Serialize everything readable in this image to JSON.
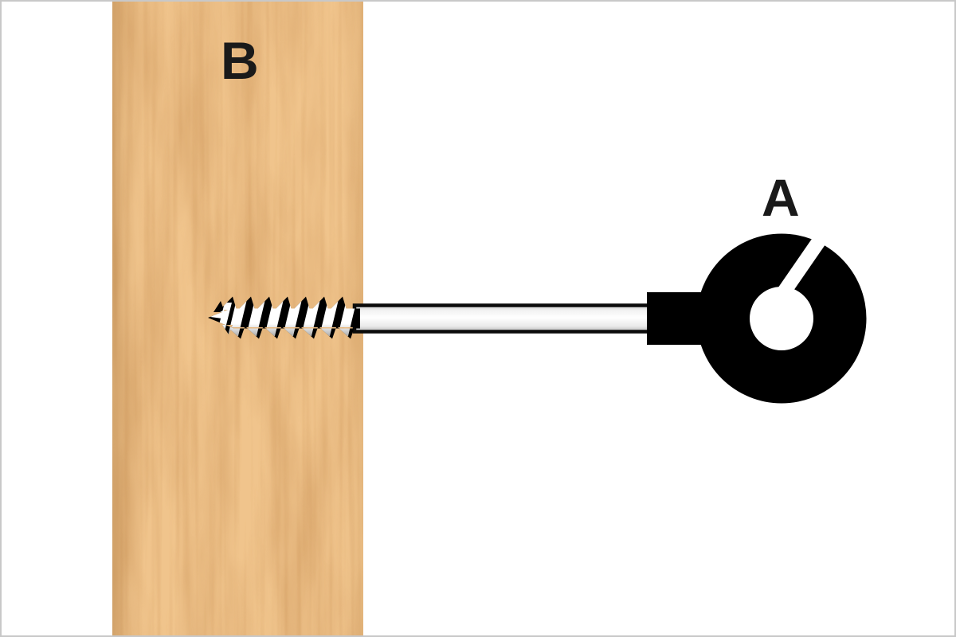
{
  "figure": {
    "type": "labeled-illustration",
    "subject": "screw-eye fastened into wood board",
    "labels": {
      "eye": "A",
      "board": "B"
    },
    "parts": [
      "eye-ring",
      "collar",
      "shank",
      "threads",
      "tip",
      "wood-board"
    ]
  },
  "colors": {
    "background": "#ffffff",
    "frame_border": "#c8c8c8",
    "ink": "#000000",
    "label_text": "#1a1a1a",
    "wood_base": "#f0c48c",
    "wood_grain": "#c68e52",
    "wood_fine_grain": "#b97c3e",
    "metal_highlight": "#ffffff",
    "metal_shadow": "#999999"
  }
}
